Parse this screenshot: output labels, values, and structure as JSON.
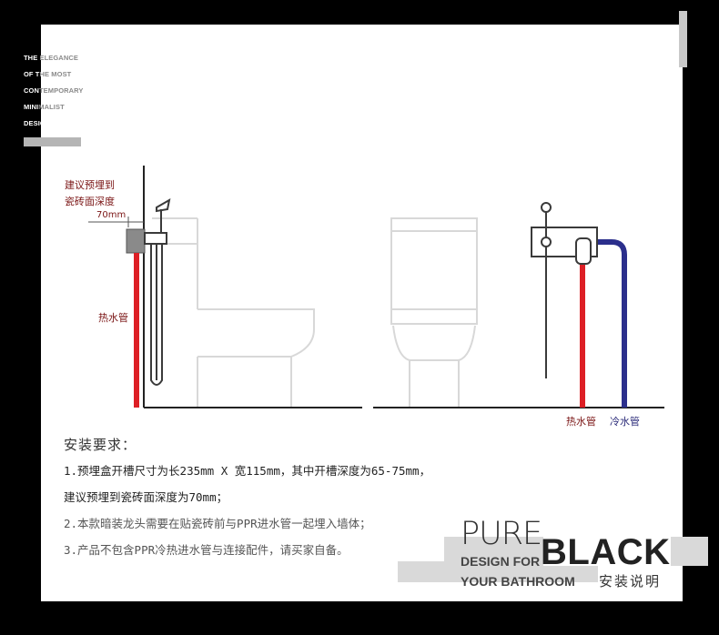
{
  "side_tagline": {
    "lines": [
      {
        "part1": "THE ",
        "part2": "ELEGANCE"
      },
      {
        "part1": "OF T",
        "part2": "HE MOST"
      },
      {
        "part1": "CON",
        "part2": "TEMPORARY"
      },
      {
        "part1": "MINI",
        "part2": "MALIST"
      },
      {
        "part1": "DESIGN.",
        "part2": ""
      }
    ]
  },
  "diagram": {
    "depth_label_line1": "建议预埋到",
    "depth_label_line2": "瓷砖面深度",
    "dimension": "70mm",
    "hot_pipe_label_left": "热水管",
    "hot_pipe_label_right": "热水管",
    "cold_pipe_label": "冷水管",
    "colors": {
      "hot_pipe": "#dd1f25",
      "cold_pipe": "#2b2f8c",
      "fixture_outline": "#3a3a3a",
      "toilet_outline": "#d8d8d8",
      "box": "#8a8a8a"
    }
  },
  "instructions": {
    "heading": "安装要求：",
    "lines": [
      "1.预埋盒开槽尺寸为长235mm X 宽115mm，其中开槽深度为65-75mm，",
      "建议预埋到瓷砖面深度为70mm；",
      "2.本款暗装龙头需要在贴瓷砖前与PPR进水管一起埋入墙体；",
      "3.产品不包含PPR冷热进水管与连接配件，请买家自备。"
    ]
  },
  "brand": {
    "pure": "PURE",
    "design_for": "DESIGN FOR",
    "black": "BLACK",
    "your_bathroom": "YOUR BATHROOM",
    "subtitle": "安装说明"
  }
}
